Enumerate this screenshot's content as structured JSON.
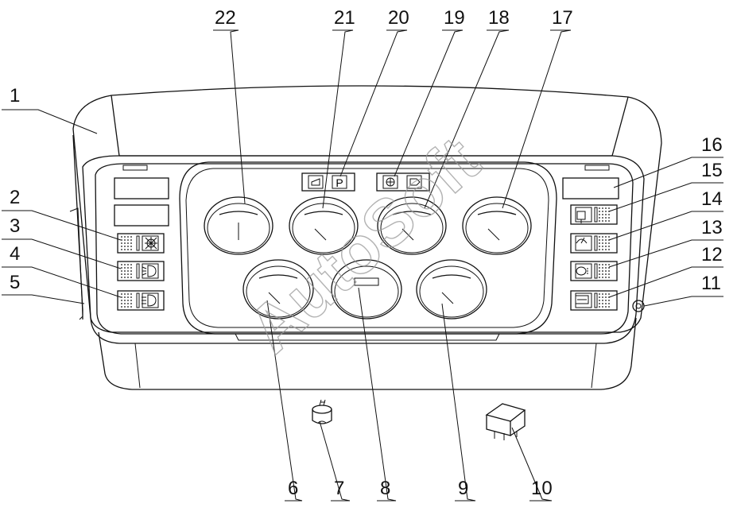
{
  "figure": {
    "watermark": "AutoSoft",
    "callouts": [
      "1",
      "2",
      "3",
      "4",
      "5",
      "6",
      "7",
      "8",
      "9",
      "10",
      "11",
      "12",
      "13",
      "14",
      "15",
      "16",
      "17",
      "18",
      "19",
      "20",
      "21",
      "22"
    ]
  },
  "indicators": {
    "parking": "P"
  }
}
